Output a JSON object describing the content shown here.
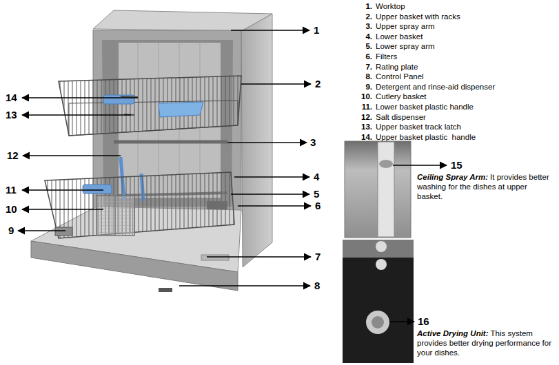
{
  "diagram": {
    "labels": [
      "1",
      "2",
      "3",
      "4",
      "5",
      "6",
      "7",
      "8",
      "9",
      "10",
      "11",
      "12",
      "13",
      "14",
      "1.",
      "Worktop",
      "2.",
      "Upper basket with racks",
      "3.",
      "Upper spray arm",
      "4.",
      "Lower basket",
      "5.",
      "Lower spray arm",
      "6.",
      "Filters",
      "7.",
      "Rating plate",
      "8.",
      "Control Panel",
      "9.",
      "Detergent and rinse-aid dispenser",
      "10.",
      "Cutlery basket",
      "11.",
      "Lower basket plastic handle",
      "12.",
      "Salt dispenser",
      "13.",
      "Upper basket track latch",
      "14.",
      "Upper basket plastic  handle",
      "15",
      "Ceiling Spray Arm:",
      "It provides better washing for the dishes at upper basket.",
      "16",
      "Active Drying Unit:",
      "This system provides better drying performance for your dishes."
    ]
  }
}
